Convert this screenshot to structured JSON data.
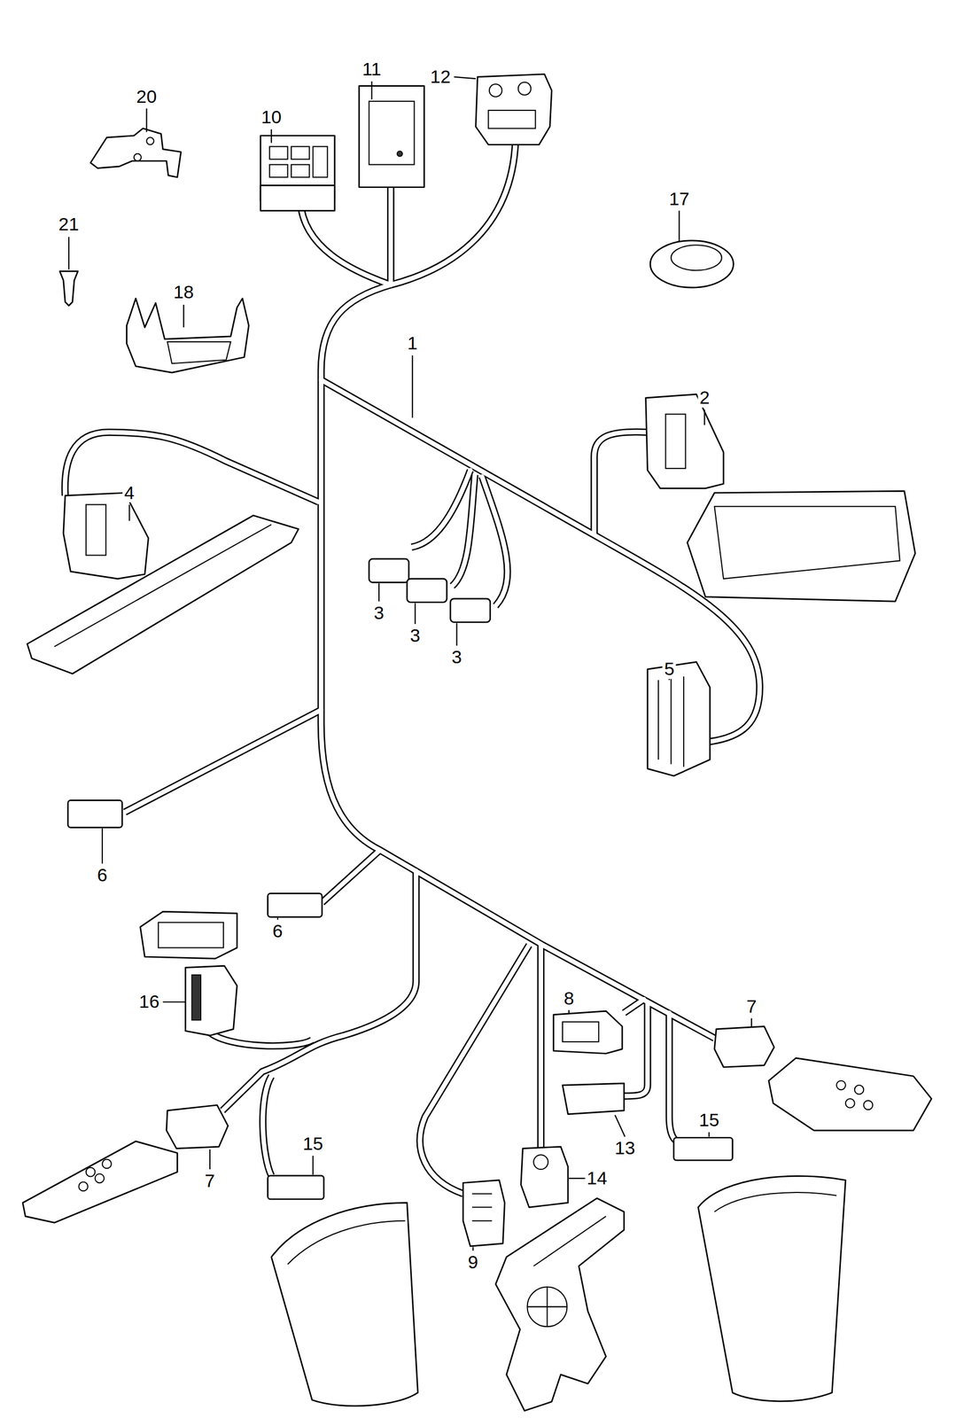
{
  "diagram": {
    "labels": [
      "11",
      "12",
      "20",
      "10",
      "17",
      "21",
      "18",
      "1",
      "2",
      "4",
      "3",
      "3",
      "3",
      "5",
      "6",
      "6",
      "8",
      "7",
      "16",
      "15",
      "13",
      "15",
      "7",
      "14",
      "9"
    ]
  }
}
